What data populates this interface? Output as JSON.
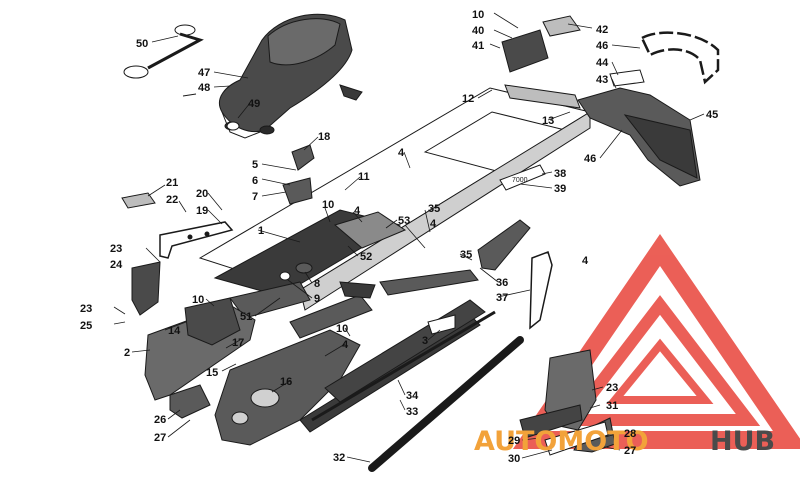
{
  "colors": {
    "line": "#1a1a1a",
    "shade": "#5a5a5a",
    "dark": "#2a2a2a",
    "light": "#d8d8d8",
    "watermark_red": "#e8443a",
    "watermark_orange": "#f2a23a",
    "watermark_grey": "#4a4a4a"
  },
  "watermark": {
    "text_left": "AUTOMOTO",
    "text_right": "HUB"
  },
  "callouts": [
    {
      "id": "50",
      "label": "50"
    },
    {
      "id": "47",
      "label": "47"
    },
    {
      "id": "48",
      "label": "48"
    },
    {
      "id": "49",
      "label": "49"
    },
    {
      "id": "10a",
      "label": "10"
    },
    {
      "id": "40",
      "label": "40"
    },
    {
      "id": "41",
      "label": "41"
    },
    {
      "id": "42",
      "label": "42"
    },
    {
      "id": "46a",
      "label": "46"
    },
    {
      "id": "44",
      "label": "44"
    },
    {
      "id": "43",
      "label": "43"
    },
    {
      "id": "12",
      "label": "12"
    },
    {
      "id": "13",
      "label": "13"
    },
    {
      "id": "45",
      "label": "45"
    },
    {
      "id": "46b",
      "label": "46"
    },
    {
      "id": "18",
      "label": "18"
    },
    {
      "id": "5",
      "label": "5"
    },
    {
      "id": "6",
      "label": "6"
    },
    {
      "id": "7",
      "label": "7"
    },
    {
      "id": "4a",
      "label": "4"
    },
    {
      "id": "11",
      "label": "11"
    },
    {
      "id": "38",
      "label": "38"
    },
    {
      "id": "39",
      "label": "39"
    },
    {
      "id": "21",
      "label": "21"
    },
    {
      "id": "22",
      "label": "22"
    },
    {
      "id": "20",
      "label": "20"
    },
    {
      "id": "19",
      "label": "19"
    },
    {
      "id": "10b",
      "label": "10"
    },
    {
      "id": "4b",
      "label": "4"
    },
    {
      "id": "35a",
      "label": "35"
    },
    {
      "id": "53",
      "label": "53"
    },
    {
      "id": "1",
      "label": "1"
    },
    {
      "id": "4c",
      "label": "4"
    },
    {
      "id": "52",
      "label": "52"
    },
    {
      "id": "23a",
      "label": "23"
    },
    {
      "id": "24",
      "label": "24"
    },
    {
      "id": "35b",
      "label": "35"
    },
    {
      "id": "4d",
      "label": "4"
    },
    {
      "id": "36",
      "label": "36"
    },
    {
      "id": "37",
      "label": "37"
    },
    {
      "id": "8",
      "label": "8"
    },
    {
      "id": "9",
      "label": "9"
    },
    {
      "id": "23b",
      "label": "23"
    },
    {
      "id": "25",
      "label": "25"
    },
    {
      "id": "10c",
      "label": "10"
    },
    {
      "id": "51",
      "label": "51"
    },
    {
      "id": "14",
      "label": "14"
    },
    {
      "id": "10d",
      "label": "10"
    },
    {
      "id": "4e",
      "label": "4"
    },
    {
      "id": "2",
      "label": "2"
    },
    {
      "id": "17",
      "label": "17"
    },
    {
      "id": "3",
      "label": "3"
    },
    {
      "id": "15",
      "label": "15"
    },
    {
      "id": "16",
      "label": "16"
    },
    {
      "id": "23c",
      "label": "23"
    },
    {
      "id": "34",
      "label": "34"
    },
    {
      "id": "31",
      "label": "31"
    },
    {
      "id": "33",
      "label": "33"
    },
    {
      "id": "26",
      "label": "26"
    },
    {
      "id": "27a",
      "label": "27"
    },
    {
      "id": "28",
      "label": "28"
    },
    {
      "id": "29",
      "label": "29"
    },
    {
      "id": "27b",
      "label": "27"
    },
    {
      "id": "30",
      "label": "30"
    },
    {
      "id": "32",
      "label": "32"
    }
  ]
}
